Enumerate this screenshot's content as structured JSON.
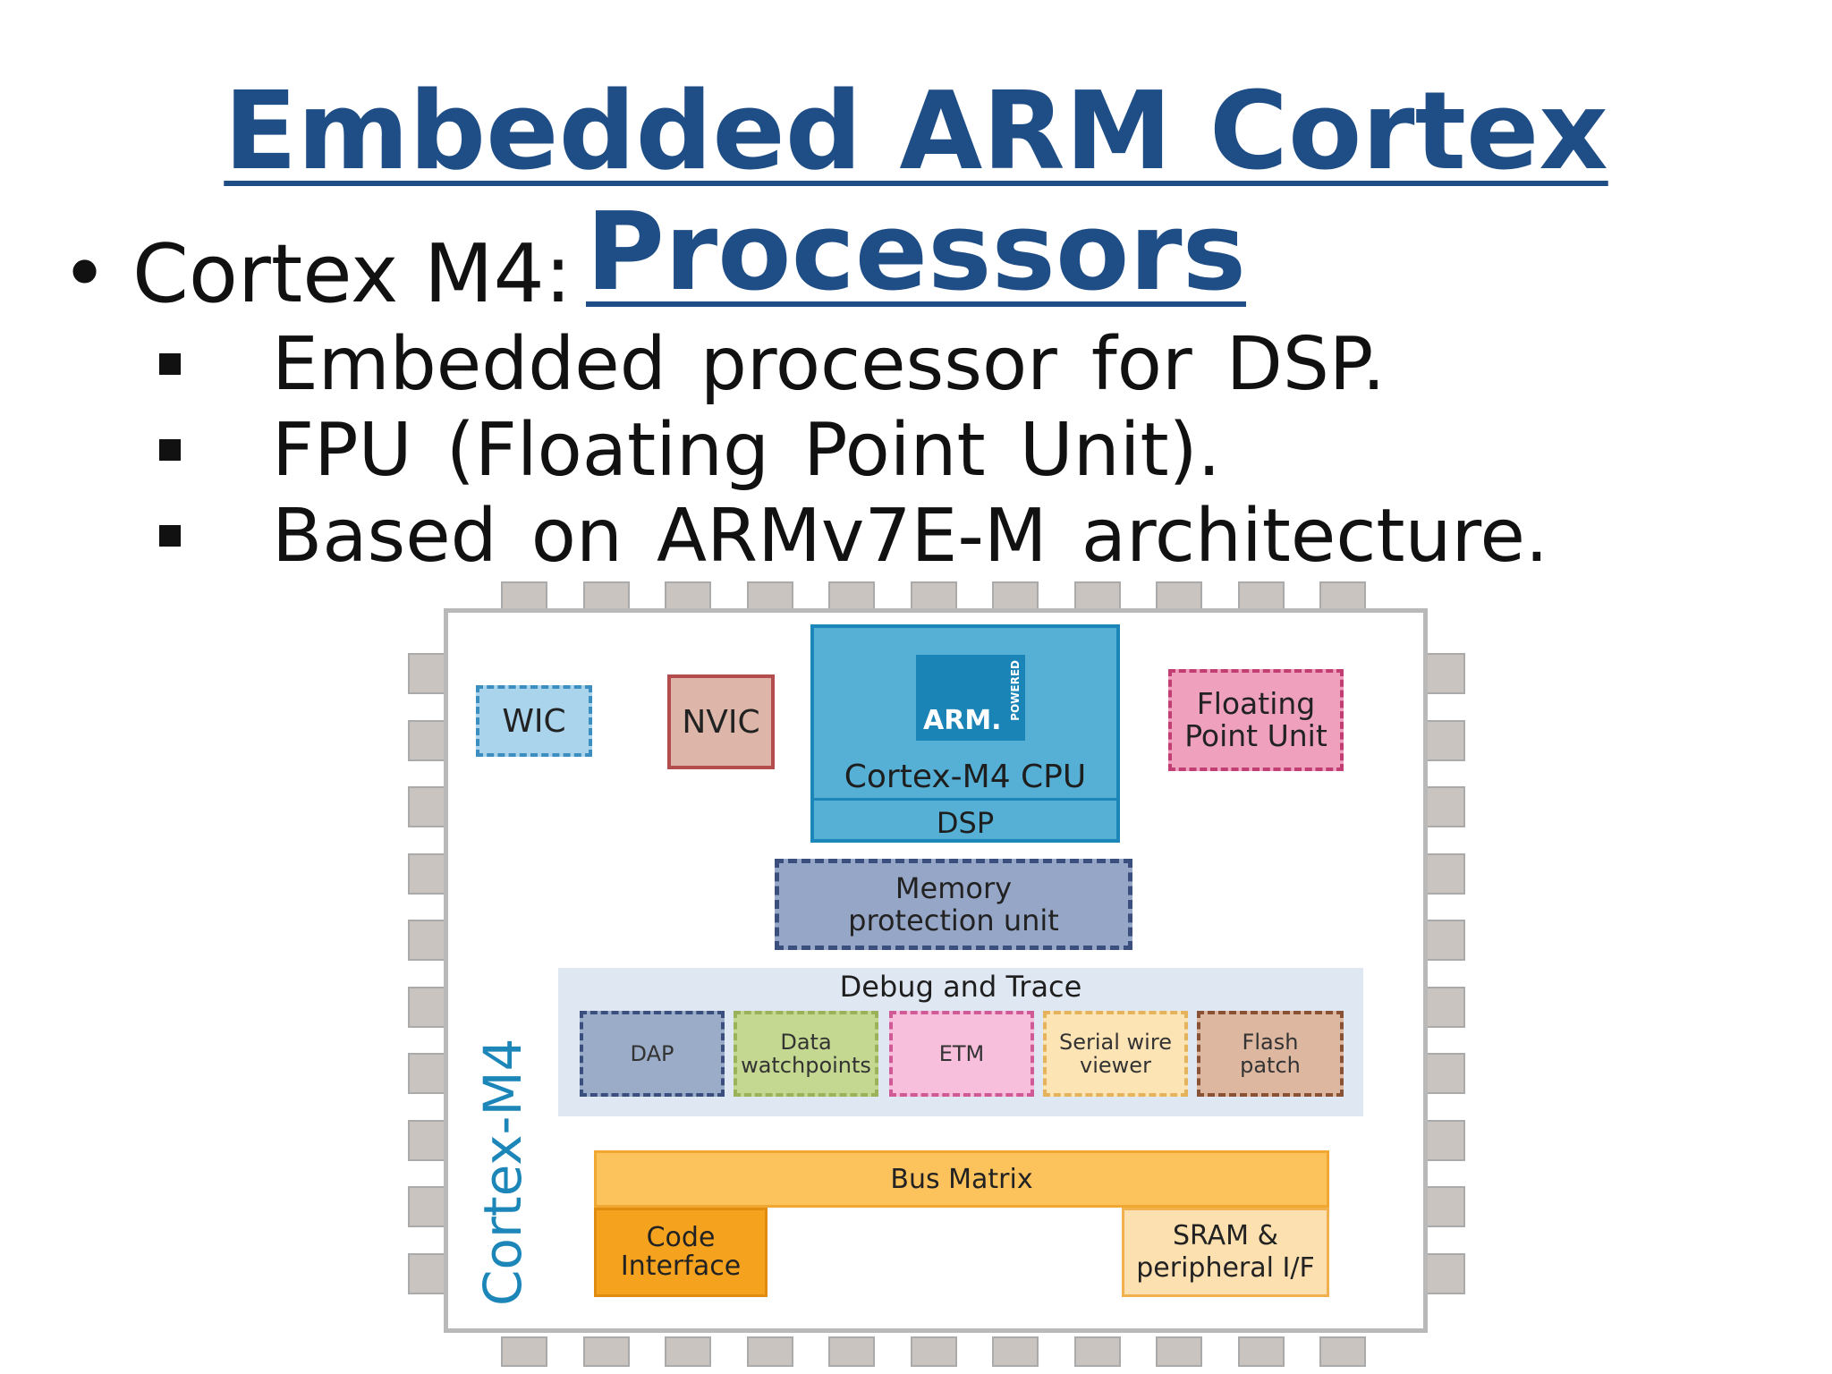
{
  "slide": {
    "title_line1": "Embedded ARM Cortex",
    "title_line2": "Processors",
    "bullet": "Cortex M4:",
    "subbullets": [
      "Embedded processor for DSP.",
      "FPU (Floating Point Unit).",
      "Based on ARMv7E-M architecture."
    ]
  },
  "diagram": {
    "chip_label": "Cortex-M4",
    "wic": "WIC",
    "nvic": "NVIC",
    "arm_logo": "ARM.",
    "arm_powered": "POWERED",
    "cpu": "Cortex-M4 CPU",
    "dsp": "DSP",
    "fpu_line1": "Floating",
    "fpu_line2": "Point Unit",
    "mpu_line1": "Memory",
    "mpu_line2": "protection unit",
    "debug_title": "Debug and Trace",
    "debug_blocks": [
      {
        "l1": "DAP",
        "l2": ""
      },
      {
        "l1": "Data",
        "l2": "watchpoints"
      },
      {
        "l1": "ETM",
        "l2": ""
      },
      {
        "l1": "Serial wire",
        "l2": "viewer"
      },
      {
        "l1": "Flash",
        "l2": "patch"
      }
    ],
    "bus": "Bus Matrix",
    "code_line1": "Code",
    "code_line2": "Interface",
    "sram_line1": "SRAM &",
    "sram_line2": "peripheral I/F"
  }
}
